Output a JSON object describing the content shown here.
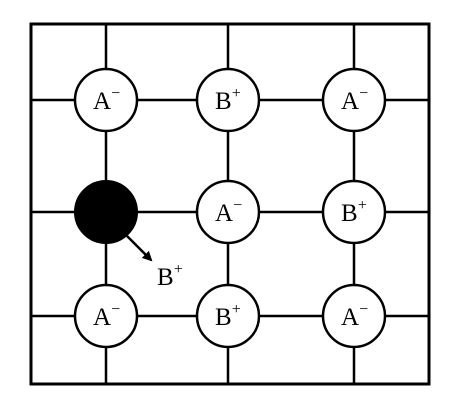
{
  "diagram": {
    "colors": {
      "line": "#000000",
      "ion_fill": "#ffffff",
      "vacancy_fill": "#000000",
      "background": "#ffffff"
    },
    "ions": [
      {
        "symbol": "A",
        "charge": "−",
        "row": 0,
        "col": 0
      },
      {
        "symbol": "B",
        "charge": "+",
        "row": 0,
        "col": 1
      },
      {
        "symbol": "A",
        "charge": "−",
        "row": 0,
        "col": 2
      },
      {
        "symbol": "A",
        "charge": "−",
        "row": 1,
        "col": 1
      },
      {
        "symbol": "B",
        "charge": "+",
        "row": 1,
        "col": 2
      },
      {
        "symbol": "A",
        "charge": "−",
        "row": 2,
        "col": 0
      },
      {
        "symbol": "B",
        "charge": "+",
        "row": 2,
        "col": 1
      },
      {
        "symbol": "A",
        "charge": "−",
        "row": 2,
        "col": 2
      }
    ],
    "vacancy": {
      "row": 1,
      "col": 0
    },
    "migrating_ion": {
      "symbol": "B",
      "charge": "+"
    }
  }
}
